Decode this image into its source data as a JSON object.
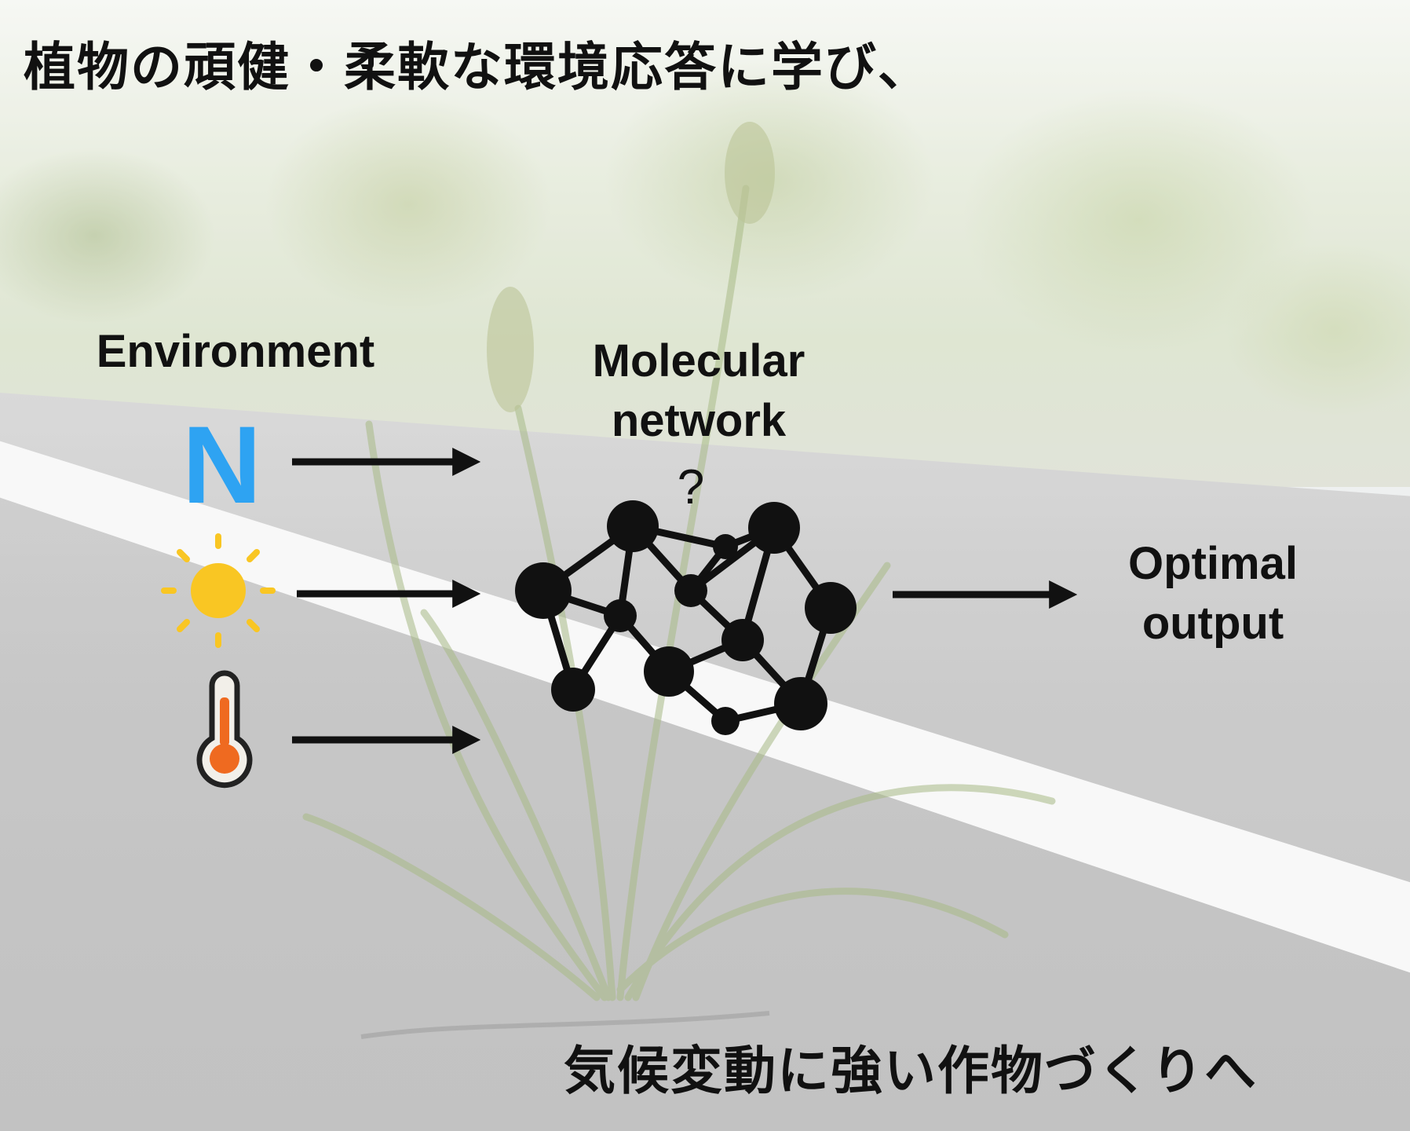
{
  "title_top": "植物の頑健・柔軟な環境応答に学び、",
  "title_bottom": "気候変動に強い作物づくりへ",
  "labels": {
    "environment": "Environment",
    "molecular_line1": "Molecular",
    "molecular_line2": "network",
    "question": "?",
    "output_line1": "Optimal",
    "output_line2": "output"
  },
  "env_icons": [
    {
      "name": "nitrogen-icon",
      "text": "N",
      "color": "#2ea3f2"
    },
    {
      "name": "sun-icon",
      "color": "#f9c623"
    },
    {
      "name": "thermometer-icon",
      "color": "#ef6a20"
    }
  ],
  "colors": {
    "ink": "#111111",
    "sun": "#f9c623",
    "thermo": "#ef6a20",
    "nitrogen": "#2ea3f2"
  }
}
